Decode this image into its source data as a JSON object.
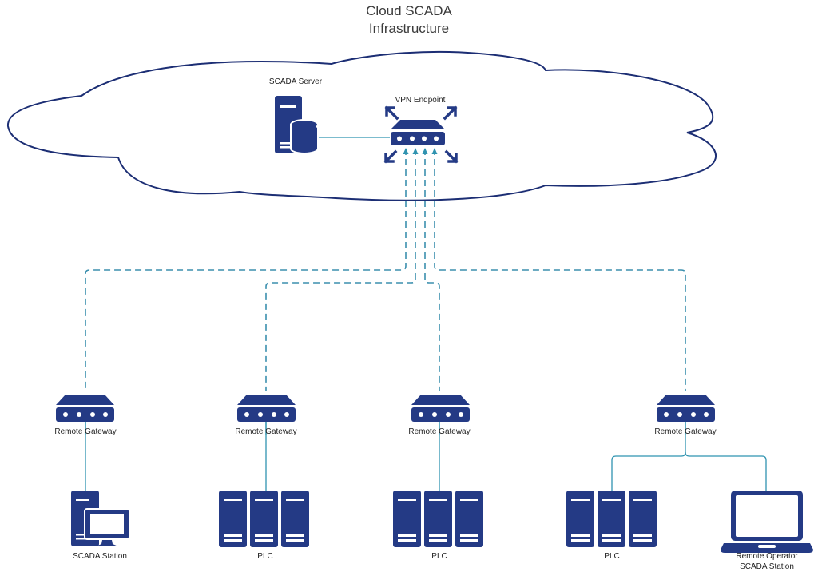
{
  "title": {
    "line1": "Cloud SCADA",
    "line2": "Infrastructure"
  },
  "colors": {
    "device": "#243a85",
    "cloud_outline": "#1c2e74",
    "link": "#2f93b0",
    "vpn_link": "#3b8fae",
    "text": "#222222",
    "title_text": "#3b3b3b",
    "background": "#ffffff"
  },
  "cloud": {
    "name": "cloud",
    "nodes": {
      "scada_server": {
        "label": "SCADA Server",
        "icon": "server-database-icon"
      },
      "vpn_endpoint": {
        "label": "VPN Endpoint",
        "icon": "router-icon"
      }
    }
  },
  "sites": [
    {
      "gateway_label": "Remote Gateway",
      "devices": [
        {
          "label": "SCADA Station",
          "icon": "workstation-icon"
        }
      ]
    },
    {
      "gateway_label": "Remote Gateway",
      "devices": [
        {
          "label": "PLC",
          "icon": "plc-rack-icon"
        }
      ]
    },
    {
      "gateway_label": "Remote Gateway",
      "devices": [
        {
          "label": "PLC",
          "icon": "plc-rack-icon"
        }
      ]
    },
    {
      "gateway_label": "Remote Gateway",
      "devices": [
        {
          "label": "PLC",
          "icon": "plc-rack-icon"
        },
        {
          "label": "Remote Operator SCADA Station",
          "label_line1": "Remote Operator",
          "label_line2": "SCADA Station",
          "icon": "laptop-icon"
        }
      ]
    }
  ],
  "links": [
    {
      "from": "SCADA Server",
      "to": "VPN Endpoint",
      "style": "solid"
    },
    {
      "from": "Remote Gateway 1",
      "to": "VPN Endpoint",
      "style": "dashed"
    },
    {
      "from": "Remote Gateway 2",
      "to": "VPN Endpoint",
      "style": "dashed"
    },
    {
      "from": "Remote Gateway 3",
      "to": "VPN Endpoint",
      "style": "dashed"
    },
    {
      "from": "Remote Gateway 4",
      "to": "VPN Endpoint",
      "style": "dashed"
    },
    {
      "from": "Remote Gateway 1",
      "to": "SCADA Station",
      "style": "solid"
    },
    {
      "from": "Remote Gateway 2",
      "to": "PLC",
      "style": "solid"
    },
    {
      "from": "Remote Gateway 3",
      "to": "PLC",
      "style": "solid"
    },
    {
      "from": "Remote Gateway 4",
      "to": "PLC",
      "style": "solid"
    },
    {
      "from": "Remote Gateway 4",
      "to": "Remote Operator SCADA Station",
      "style": "solid"
    }
  ]
}
